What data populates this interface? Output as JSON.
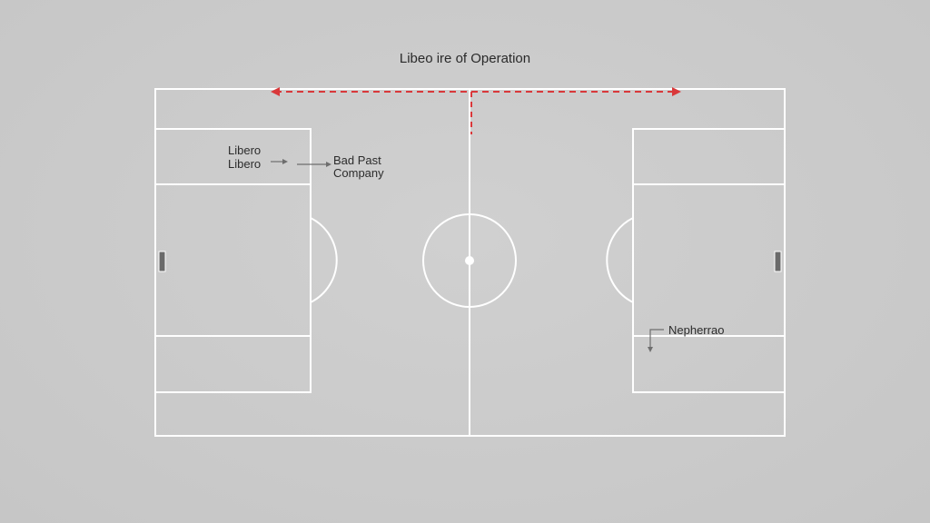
{
  "diagram": {
    "title": "Libeo ire of Operation",
    "labels": {
      "left_label_1": "Libero",
      "left_label_2": "Libero",
      "mid_label_1": "Bad Past",
      "mid_label_2": "Company",
      "right_label": "Nepherrao"
    },
    "colors": {
      "background": "#cbcbcb",
      "lines": "#ffffff",
      "arrow_red": "#d9383a",
      "annotation_arrow": "#6e6e6e",
      "goal": "#6a6a6a"
    }
  }
}
